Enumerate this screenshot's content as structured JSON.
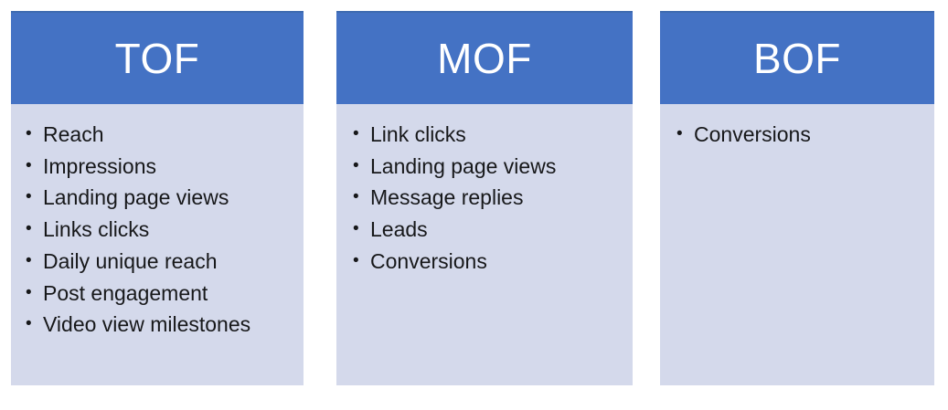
{
  "board": {
    "background_color": "#ffffff",
    "header_color": "#4472c4",
    "body_color": "#d4d9eb",
    "title_color": "#ffffff",
    "text_color": "#17181a"
  },
  "columns": [
    {
      "id": "tof",
      "title": "TOF",
      "items": [
        "Reach",
        "Impressions",
        "Landing page views",
        "Links clicks",
        "Daily unique reach",
        "Post engagement",
        "Video view milestones"
      ]
    },
    {
      "id": "mof",
      "title": "MOF",
      "items": [
        "Link clicks",
        "Landing page views",
        "Message replies",
        "Leads",
        "Conversions"
      ]
    },
    {
      "id": "bof",
      "title": "BOF",
      "items": [
        "Conversions"
      ]
    }
  ]
}
